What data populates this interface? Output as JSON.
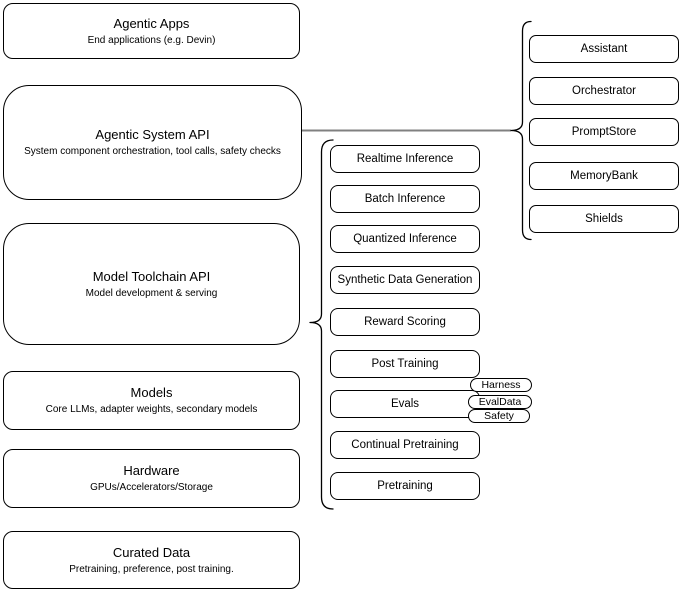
{
  "diagram": {
    "left_column": [
      {
        "title": "Agentic Apps",
        "subtitle": "End applications (e.g. Devin)"
      },
      {
        "title": "Agentic System API",
        "subtitle": "System component orchestration, tool calls, safety checks"
      },
      {
        "title": "Model Toolchain API",
        "subtitle": "Model development & serving"
      },
      {
        "title": "Models",
        "subtitle": "Core LLMs, adapter weights, secondary models"
      },
      {
        "title": "Hardware",
        "subtitle": "GPUs/Accelerators/Storage"
      },
      {
        "title": "Curated Data",
        "subtitle": "Pretraining, preference, post training."
      }
    ],
    "toolchain_group": [
      "Realtime Inference",
      "Batch Inference",
      "Quantized Inference",
      "Synthetic Data Generation",
      "Reward Scoring",
      "Post Training",
      "Evals",
      "Continual Pretraining",
      "Pretraining"
    ],
    "evals_pills": [
      "Harness",
      "EvalData",
      "Safety"
    ],
    "system_group": [
      "Assistant",
      "Orchestrator",
      "PromptStore",
      "MemoryBank",
      "Shields"
    ],
    "colors": {
      "stroke": "#000000",
      "fill": "#ffffff",
      "connector": "#808080"
    }
  }
}
